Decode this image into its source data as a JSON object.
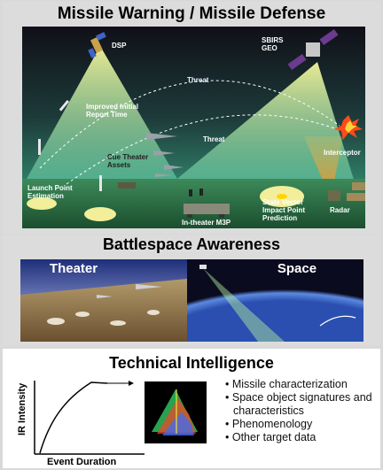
{
  "section1": {
    "title": "Missile Warning / Missile Defense",
    "labels": {
      "dsp": "DSP",
      "sbirs": "SBIRS\nGEO",
      "threat_top": "Threat",
      "threat_mid": "Threat",
      "improved": "Improved Initial\nReport Time",
      "cue": "Cue Theater\nAssets",
      "interceptor": "Interceptor",
      "launch": "Launch Point\nEstimation",
      "m3p": "In-theater M3P",
      "state": "State Vector\nImpact Point\nPrediction",
      "radar": "Radar"
    }
  },
  "section2": {
    "title": "Battlespace Awareness",
    "theater": "Theater",
    "space": "Space"
  },
  "section3": {
    "title": "Technical Intelligence",
    "ylabel": "IR Intensity",
    "xlabel": "Event Duration",
    "bullets": [
      "Missile characterization",
      "Space object signatures and characteristics",
      "Phenomenology",
      "Other target data"
    ]
  },
  "colors": {
    "sky_top": "#1a1a2e",
    "ground": "#1f6b3f",
    "beam": "#dfe86a",
    "orange_beam": "#f0a030"
  }
}
